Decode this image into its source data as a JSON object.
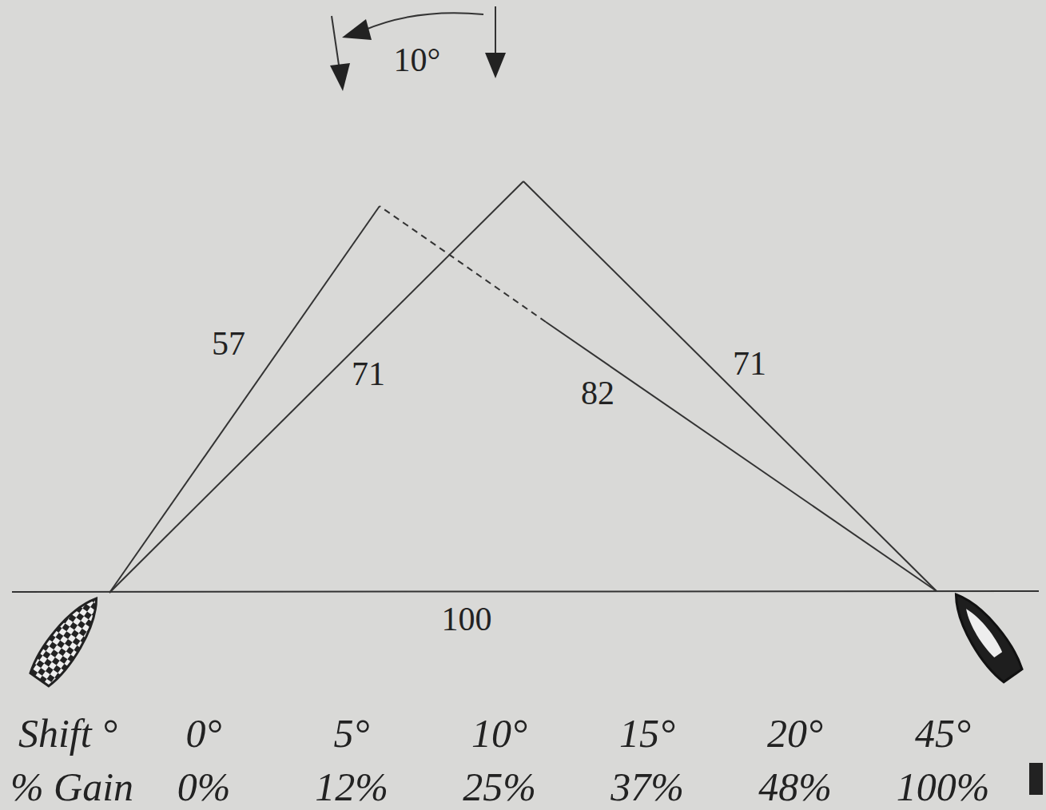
{
  "diagram": {
    "labels": [
      "10°",
      "57",
      "71",
      "82",
      "71",
      "100",
      "Shift °",
      "0°",
      "5°",
      "10°",
      "15°",
      "20°",
      "45°",
      "% Gain",
      "0%",
      "12%",
      "25%",
      "37%",
      "48%",
      "100%"
    ]
  }
}
